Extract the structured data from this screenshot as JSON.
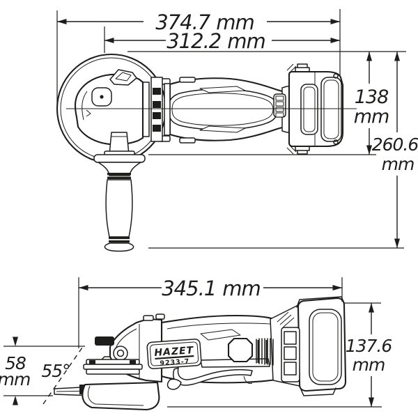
{
  "drawing": {
    "background_color": "#ffffff",
    "line_color": "#1d1d1b",
    "product_label": {
      "brand": "HAZET",
      "model": "9233-7"
    },
    "views": {
      "top": {
        "label": "top view of cordless angle grinder",
        "dims": {
          "total_length": {
            "value": "374.7",
            "unit": "mm"
          },
          "length_without_guard": {
            "value": "312.2",
            "unit": "mm"
          },
          "body_height": {
            "value": "138",
            "unit": "mm"
          },
          "total_height": {
            "value": "260.6",
            "unit": "mm"
          }
        }
      },
      "side": {
        "label": "side view of cordless angle grinder",
        "dims": {
          "length": {
            "value": "345.1",
            "unit": "mm"
          },
          "height": {
            "value": "137.6",
            "unit": "mm"
          },
          "disc_clearance": {
            "value": "58",
            "unit": "mm"
          },
          "guard_angle": {
            "value": "55",
            "unit": "°"
          }
        }
      }
    }
  }
}
